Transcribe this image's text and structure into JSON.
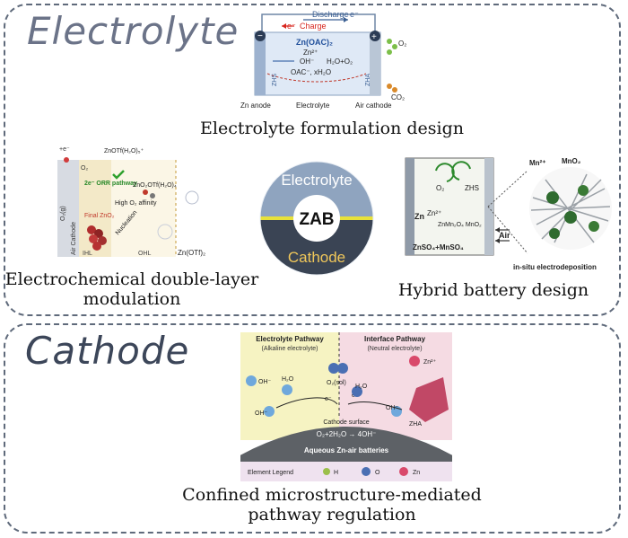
{
  "sections": {
    "top_title": "Electrolyte",
    "bottom_title": "Cathode"
  },
  "captions": {
    "electrolyte_design": "Electrolyte formulation design",
    "double_layer_line1": "Electrochemical double-layer",
    "double_layer_line2": "modulation",
    "hybrid": "Hybrid battery design",
    "confined_line1": "Confined microstructure-mediated",
    "confined_line2": "pathway regulation"
  },
  "center_circle": {
    "top": "Electrolyte",
    "middle": "ZAB",
    "bottom": "Cathode"
  },
  "cell_schematic": {
    "discharge": "Discharge",
    "e_top": "e⁻",
    "charge": "Charge",
    "e_charge": "e⁻",
    "minus": "−",
    "plus": "+",
    "salt": "Zn(OAC)₂",
    "zn2": "Zn²⁺",
    "oh": "OH⁻",
    "h2o_o2": "H₂O+O₂",
    "oac": "OAC⁻, xH₂O",
    "o2": "O₂",
    "co2": "CO₂",
    "zhs_v": "ZHS",
    "zha_v": "ZHA",
    "anode": "Zn anode",
    "electrolyte": "Electrolyte",
    "cathode": "Air cathode"
  },
  "double_layer": {
    "e_label": "+e⁻",
    "o2": "O₂",
    "species1": "ZnOTf(H₂O)₅⁺",
    "pathway": "2e⁻ ORR pathway",
    "species2": "ZnO₂OTf(H₂O)₄",
    "affinity": "High O₂ affinity",
    "nucleation": "Nucleation",
    "final": "Final ZnO₂",
    "o2g": "O₂(g)",
    "air_cathode": "Air Cathode",
    "ihl": "IHL",
    "ohl": "OHL",
    "zn_otf": "Zn(OTf)₂"
  },
  "hybrid": {
    "o2": "O₂",
    "zhs": "ZHS",
    "zn": "Zn",
    "zn2": "Zn²⁺",
    "znmno": "ZnMn₂O₄ MnO₂",
    "electrolyte": "ZnSO₄+MnSO₄",
    "air": "Air",
    "mn2": "Mn²⁺",
    "mno2": "MnO₂",
    "insitu": "in-situ electrodeposition"
  },
  "pathway": {
    "left_title": "Electrolyte Pathway",
    "left_sub": "(Alkaline electrolyte)",
    "right_title": "Interface Pathway",
    "right_sub": "(Neutral electrolyte)",
    "oh1": "OH⁻",
    "h2o1": "H₂O",
    "oh2": "OH⁻",
    "o2sol": "O₂(sol)",
    "e1": "e⁻",
    "e2": "e⁻",
    "h2o2": "H₂O",
    "oh3": "OH⁻",
    "zn2": "Zn²⁺",
    "zha": "ZHA",
    "surface": "Cathode surface",
    "equation": "O₂+2H₂O → 4OH⁻",
    "battery": "Aqueous Zn-air batteries",
    "legend_title": "Element Legend",
    "legend_h": "H",
    "legend_o": "O",
    "legend_zn": "Zn"
  }
}
